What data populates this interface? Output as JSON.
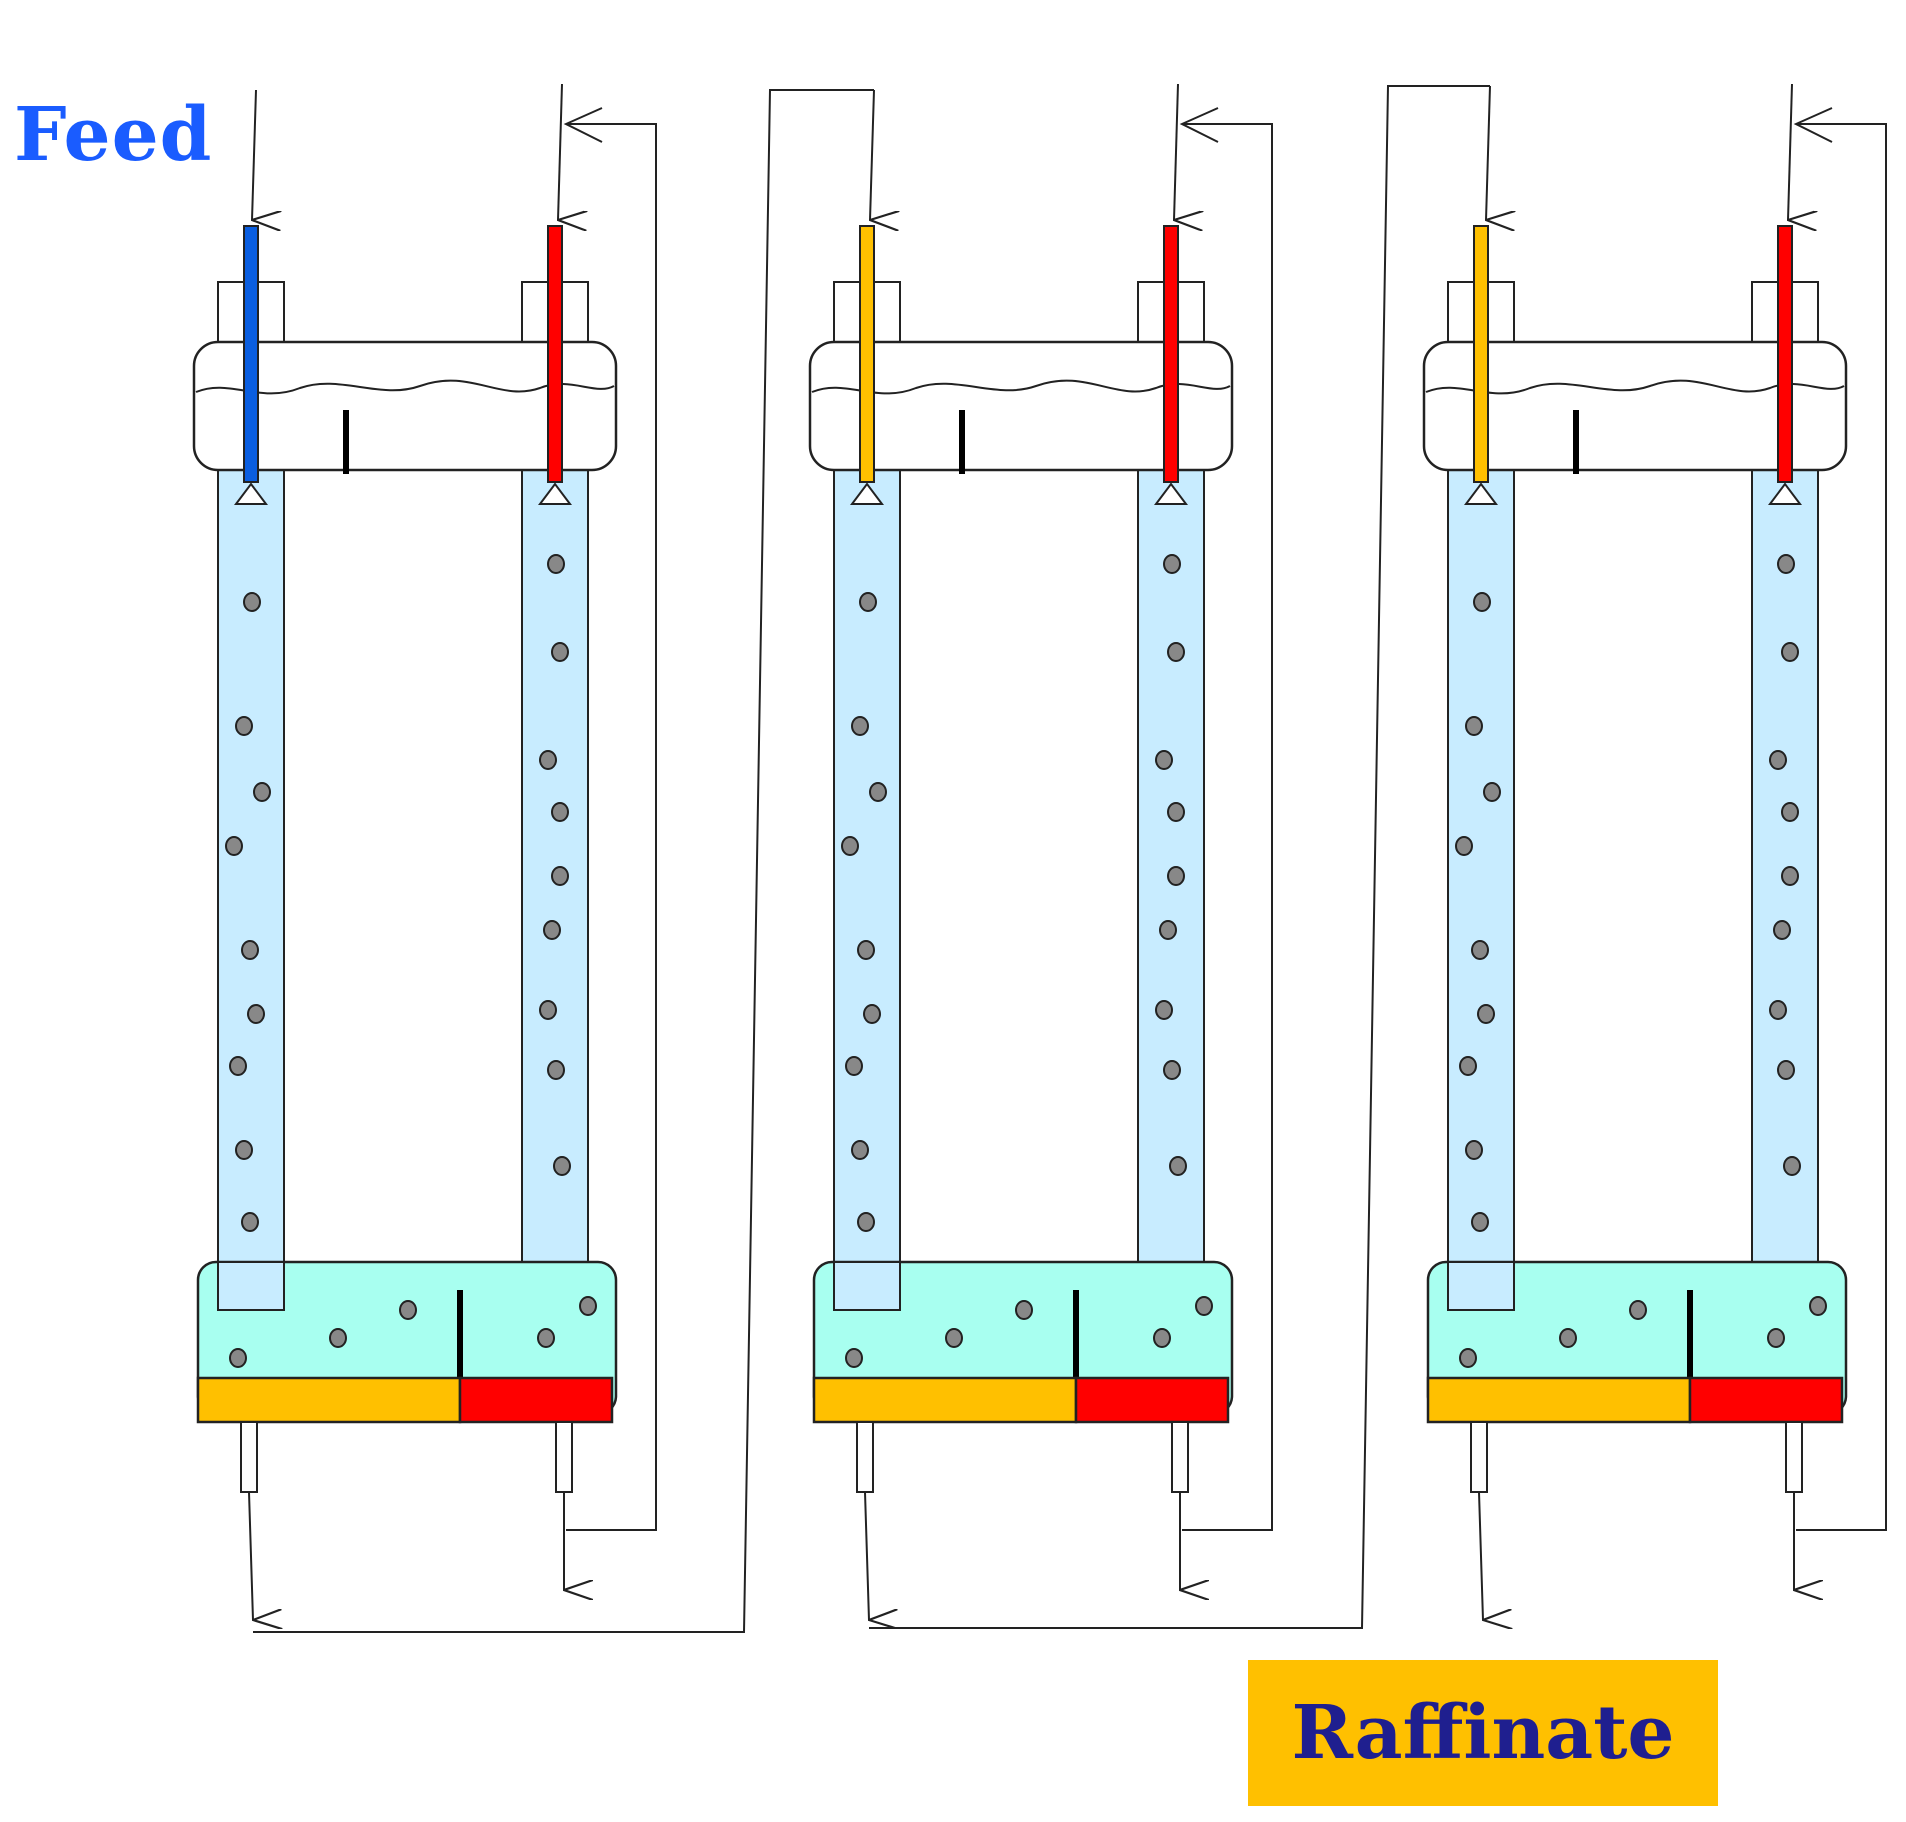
{
  "labels": {
    "feed": "Feed",
    "raffinate": "Raffinate"
  },
  "colors": {
    "feed_pipe": "#0a5ee0",
    "light_phase_pipe": "#ffc000",
    "heavy_phase_pipe": "#ff0000",
    "column_liquid": "#c8ecff",
    "settler_liquid": "#a8fff0",
    "light_layer": "#ffc000",
    "heavy_layer": "#ff0000",
    "raffinate_box": "#ffc000",
    "feed_text": "#1a5cff",
    "raffinate_text": "#1f1f8f"
  },
  "stages": [
    {
      "name": "stage-1",
      "left_inlet": "feed"
    },
    {
      "name": "stage-2",
      "left_inlet": "light-phase"
    },
    {
      "name": "stage-3",
      "left_inlet": "light-phase"
    }
  ]
}
